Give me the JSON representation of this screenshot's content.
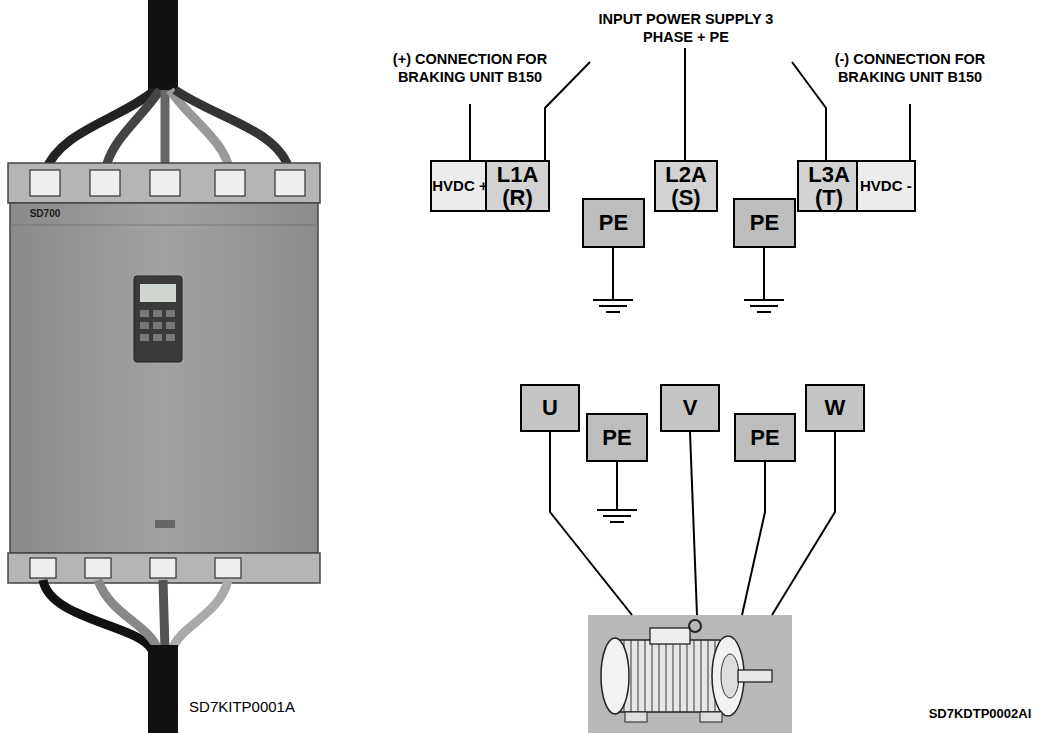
{
  "diagram": {
    "nodes": [
      {
        "text": [
          "HVDC +"
        ]
      },
      {
        "text": [
          "L1A (R)"
        ]
      },
      {
        "text": [
          "PE"
        ]
      },
      {
        "text": [
          "L2A (S)"
        ]
      },
      {
        "text": [
          "PE"
        ]
      },
      {
        "text": [
          "L3A (T)"
        ]
      },
      {
        "text": [
          "HVDC -"
        ]
      },
      {
        "text": [
          "U"
        ]
      },
      {
        "text": [
          "PE"
        ]
      },
      {
        "text": [
          "V"
        ]
      },
      {
        "text": [
          "PE"
        ]
      },
      {
        "text": [
          "W"
        ]
      }
    ],
    "labels": [
      "(+) CONNECTION FOR BRAKING UNIT B150",
      "INPUT POWER SUPPLY 3 PHASE + PE",
      "(-) CONNECTION FOR BRAKING UNIT B150",
      "SD700",
      "SD7KITP0001A",
      "SD7KDTP0002AI"
    ]
  }
}
